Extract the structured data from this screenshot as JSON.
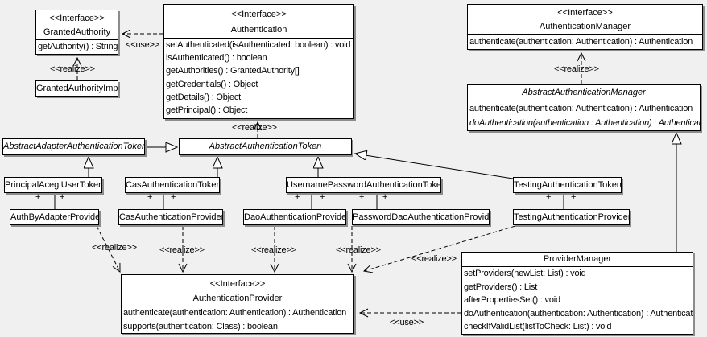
{
  "colors": {
    "background": "#f0f0f0",
    "box_fill": "#ffffff",
    "border": "#000000",
    "shadow": "#8c8c8c"
  },
  "labels": {
    "use": "<<use>>",
    "realize": "<<realize>>",
    "plus": "+"
  },
  "classes": {
    "granted_authority": {
      "stereotype": "<<Interface>>",
      "name": "GrantedAuthority",
      "methods": [
        "getAuthority() : String"
      ]
    },
    "granted_authority_impl": {
      "name": "GrantedAuthorityImpl"
    },
    "authentication": {
      "stereotype": "<<Interface>>",
      "name": "Authentication",
      "methods": [
        "setAuthenticated(isAuthenticated: boolean) : void",
        "isAuthenticated() : boolean",
        "getAuthorities() : GrantedAuthority[]",
        "getCredentials() : Object",
        "getDetails() : Object",
        "getPrincipal() : Object"
      ]
    },
    "authentication_manager": {
      "stereotype": "<<Interface>>",
      "name": "AuthenticationManager",
      "methods": [
        "authenticate(authentication: Authentication) : Authentication"
      ]
    },
    "abstract_authentication_manager": {
      "name": "AbstractAuthenticationManager",
      "methods": [
        "authenticate(authentication: Authentication) : Authentication",
        "doAuthentication(authentication : Authentication) : Authentication"
      ]
    },
    "abstract_adapter_authentication_token": {
      "name": "AbstractAdapterAuthenticationToken"
    },
    "abstract_authentication_token": {
      "name": "AbstractAuthenticationToken"
    },
    "principal_acegi_user_token": {
      "name": "PrincipalAcegiUserToken"
    },
    "cas_authentication_token": {
      "name": "CasAuthenticationToken"
    },
    "username_password_authentication_token": {
      "name": "UsernamePasswordAuthenticationToken"
    },
    "testing_authentication_token": {
      "name": "TestingAuthenticationToken"
    },
    "auth_by_adapter_provider": {
      "name": "AuthByAdapterProvider"
    },
    "cas_authentication_provider": {
      "name": "CasAuthenticationProvider"
    },
    "dao_authentication_provider": {
      "name": "DaoAuthenticationProvider"
    },
    "password_dao_authentication_provider": {
      "name": "PasswordDaoAuthenticationProvider"
    },
    "testing_authentication_provider": {
      "name": "TestingAuthenticationProvider"
    },
    "authentication_provider": {
      "stereotype": "<<Interface>>",
      "name": "AuthenticationProvider",
      "methods": [
        "authenticate(authentication: Authentication) : Authentication",
        "supports(authentication: Class) : boolean"
      ]
    },
    "provider_manager": {
      "name": "ProviderManager",
      "methods": [
        "setProviders(newList: List) : void",
        "getProviders() : List",
        "afterPropertiesSet() : void",
        "doAuthentication(authentication: Authentication) : Authentication",
        "checkIfValidList(listToCheck: List) : void"
      ]
    }
  }
}
